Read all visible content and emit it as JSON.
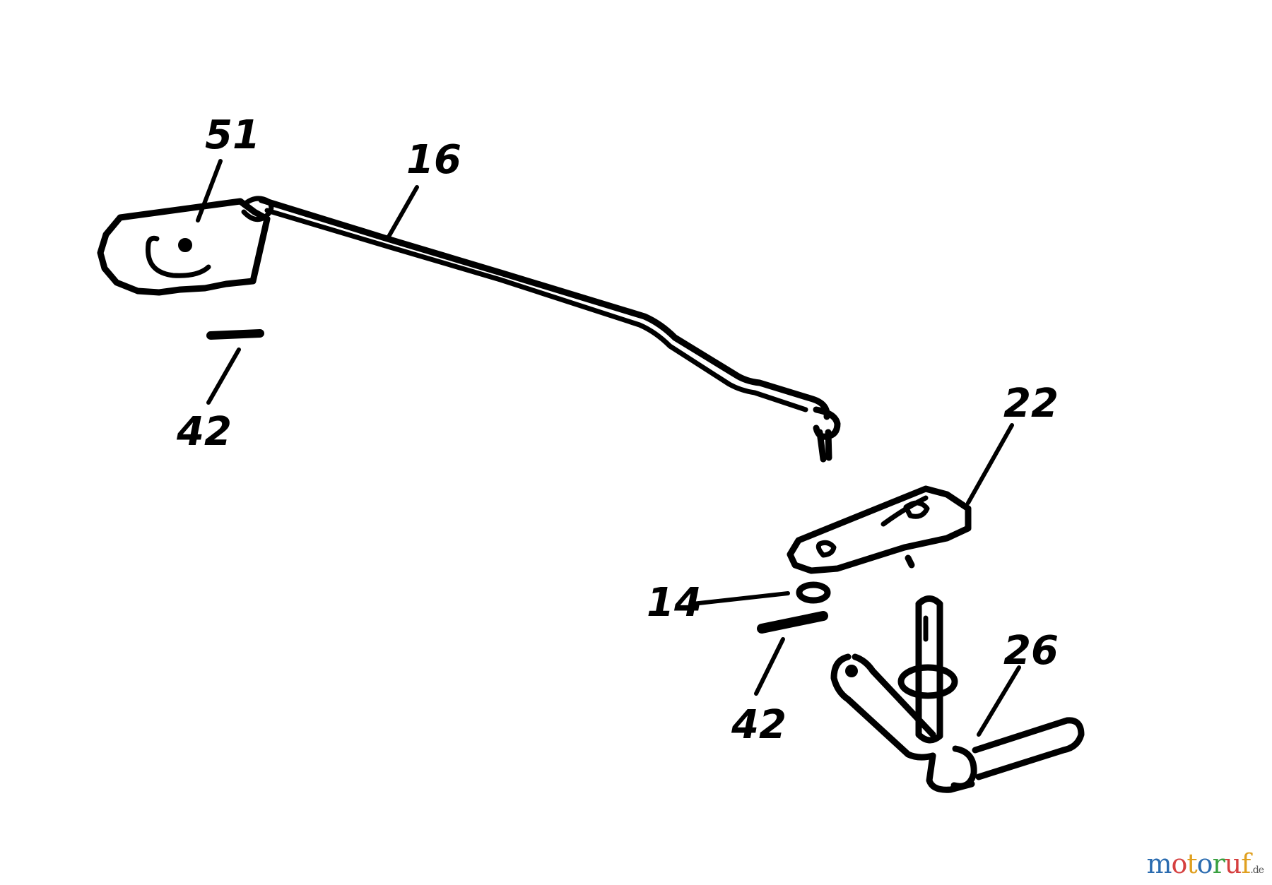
{
  "labels": {
    "part_51": "51",
    "part_16": "16",
    "part_42_upper": "42",
    "part_22": "22",
    "part_14": "14",
    "part_42_lower": "42",
    "part_26": "26"
  },
  "watermark": {
    "letters": [
      "m",
      "o",
      "t",
      "o",
      "r",
      "u",
      "f"
    ],
    "letter_colors": [
      "#2b6cb0",
      "#d53f3f",
      "#e0a020",
      "#2b6cb0",
      "#38a040",
      "#d53f3f",
      "#e0a020"
    ],
    "suffix": ".de"
  }
}
